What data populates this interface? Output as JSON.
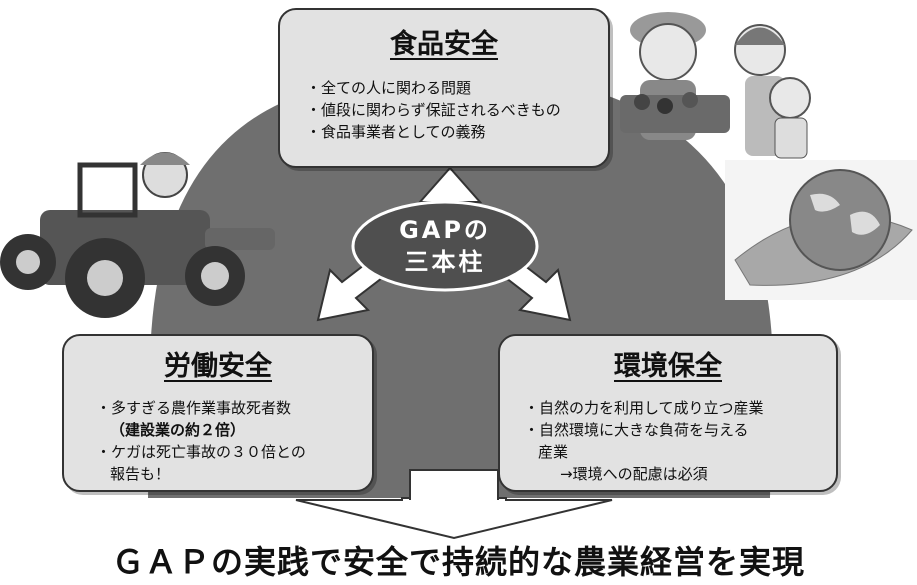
{
  "center": {
    "line1": "GAPの",
    "line2": "三本柱"
  },
  "food_safety": {
    "title": "食品安全",
    "items": [
      "・全ての人に関わる問題",
      "・値段に関わらず保証されるべきもの",
      "・食品事業者としての義務"
    ]
  },
  "labor_safety": {
    "title": "労働安全",
    "items": [
      "・多すぎる農作業事故死者数",
      "（建設業の約２倍）",
      "・ケガは死亡事故の３０倍との",
      "報告も！"
    ]
  },
  "environment": {
    "title": "環境保全",
    "items": [
      "・自然の力を利用して成り立つ産業",
      "・自然環境に大きな負荷を与える",
      "産業",
      "→環境への配慮は必須"
    ]
  },
  "conclusion": "ＧＡＰの実践で安全で持続的な農業経営を実現",
  "colors": {
    "dome": "#6f6f6f",
    "box": "#e2e2e2",
    "ellipse": "#4f4f4f",
    "arrow": "#ffffff"
  },
  "illustrations": [
    "tractor-farmer-illustration",
    "farmer-family-illustration",
    "globe-on-leaf-illustration"
  ]
}
